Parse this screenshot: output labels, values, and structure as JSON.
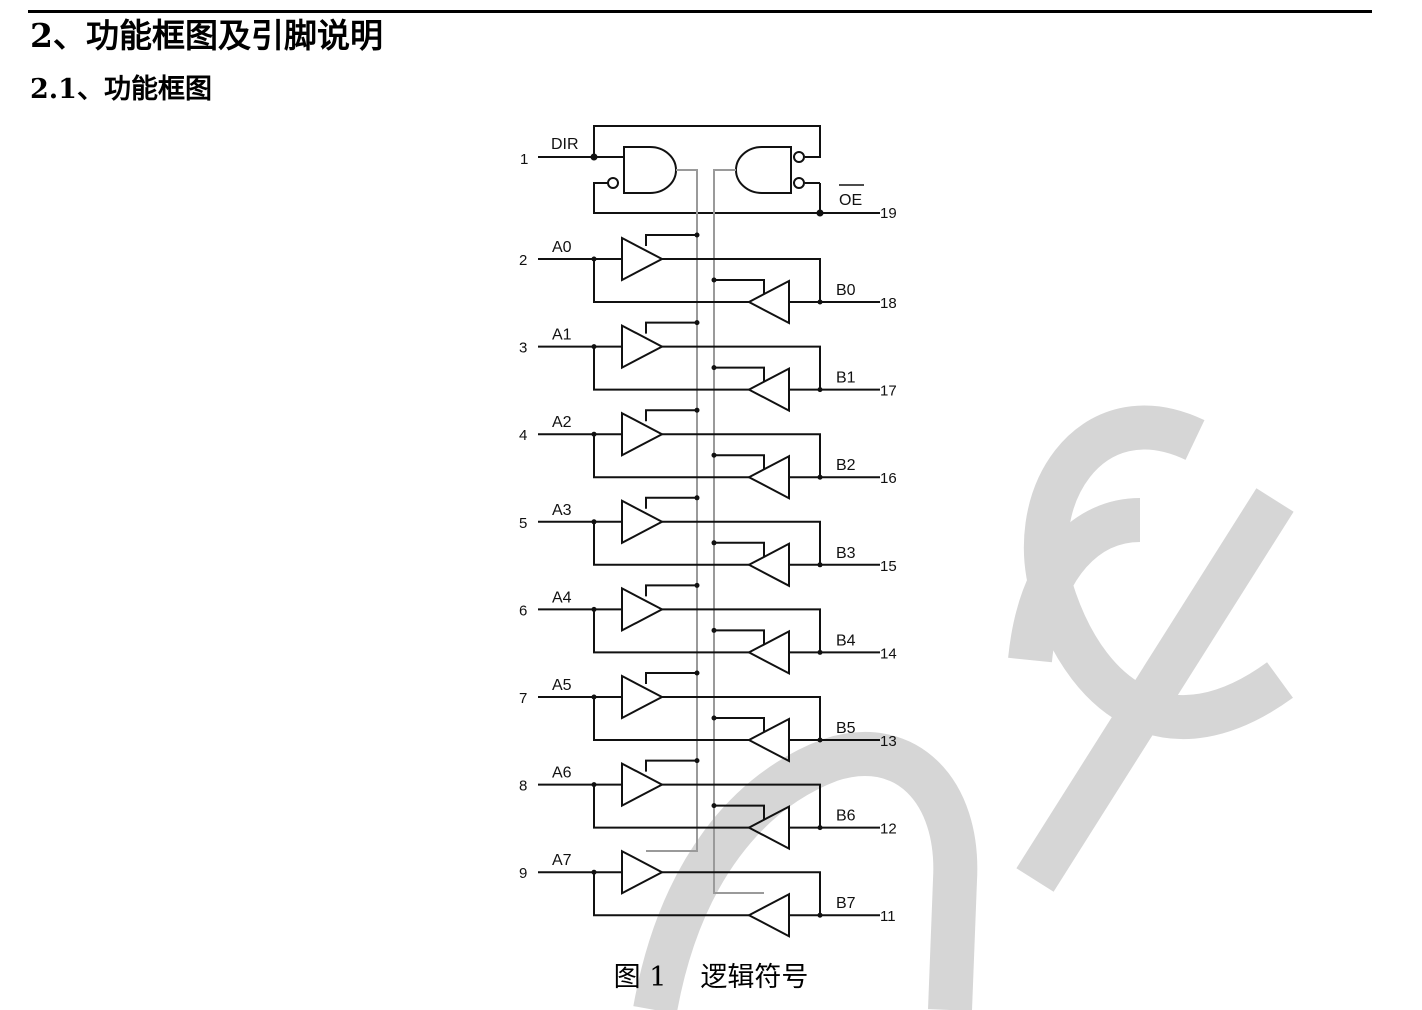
{
  "header": {
    "section_title": "2、功能框图及引脚说明",
    "subsection_title": "2.1、功能框图"
  },
  "diagram": {
    "control": {
      "dir": {
        "label": "DIR",
        "pin": "1"
      },
      "oe": {
        "label": "OE",
        "pin": "19"
      }
    },
    "channels": [
      {
        "a": "A0",
        "a_pin": "2",
        "b": "B0",
        "b_pin": "18"
      },
      {
        "a": "A1",
        "a_pin": "3",
        "b": "B1",
        "b_pin": "17"
      },
      {
        "a": "A2",
        "a_pin": "4",
        "b": "B2",
        "b_pin": "16"
      },
      {
        "a": "A3",
        "a_pin": "5",
        "b": "B3",
        "b_pin": "15"
      },
      {
        "a": "A4",
        "a_pin": "6",
        "b": "B4",
        "b_pin": "14"
      },
      {
        "a": "A5",
        "a_pin": "7",
        "b": "B5",
        "b_pin": "13"
      },
      {
        "a": "A6",
        "a_pin": "8",
        "b": "B6",
        "b_pin": "12"
      },
      {
        "a": "A7",
        "a_pin": "9",
        "b": "B7",
        "b_pin": "11"
      }
    ]
  },
  "caption": {
    "figure_number": "图 1",
    "figure_title": "逻辑符号"
  },
  "colors": {
    "line": "#111111",
    "control_line": "#9a9a9a",
    "watermark": "#d6d6d6"
  }
}
